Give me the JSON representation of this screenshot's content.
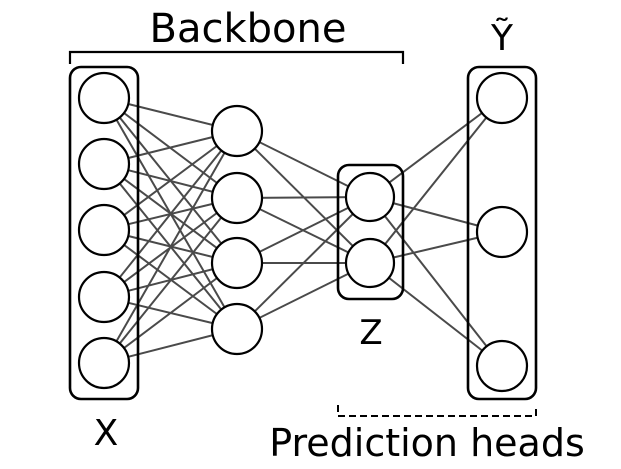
{
  "labels": {
    "backbone": "Backbone",
    "input": "X",
    "latent": "Z",
    "output": "Ỹ",
    "heads": "Prediction heads"
  },
  "network": {
    "layer_sizes": [
      5,
      4,
      2,
      3
    ],
    "connections": "fully-connected between consecutive layers",
    "grouped_layers": [
      "input",
      "latent",
      "output"
    ]
  },
  "colors": {
    "node_stroke": "#000000",
    "edge": "#4a4a4a",
    "background": "#ffffff"
  }
}
